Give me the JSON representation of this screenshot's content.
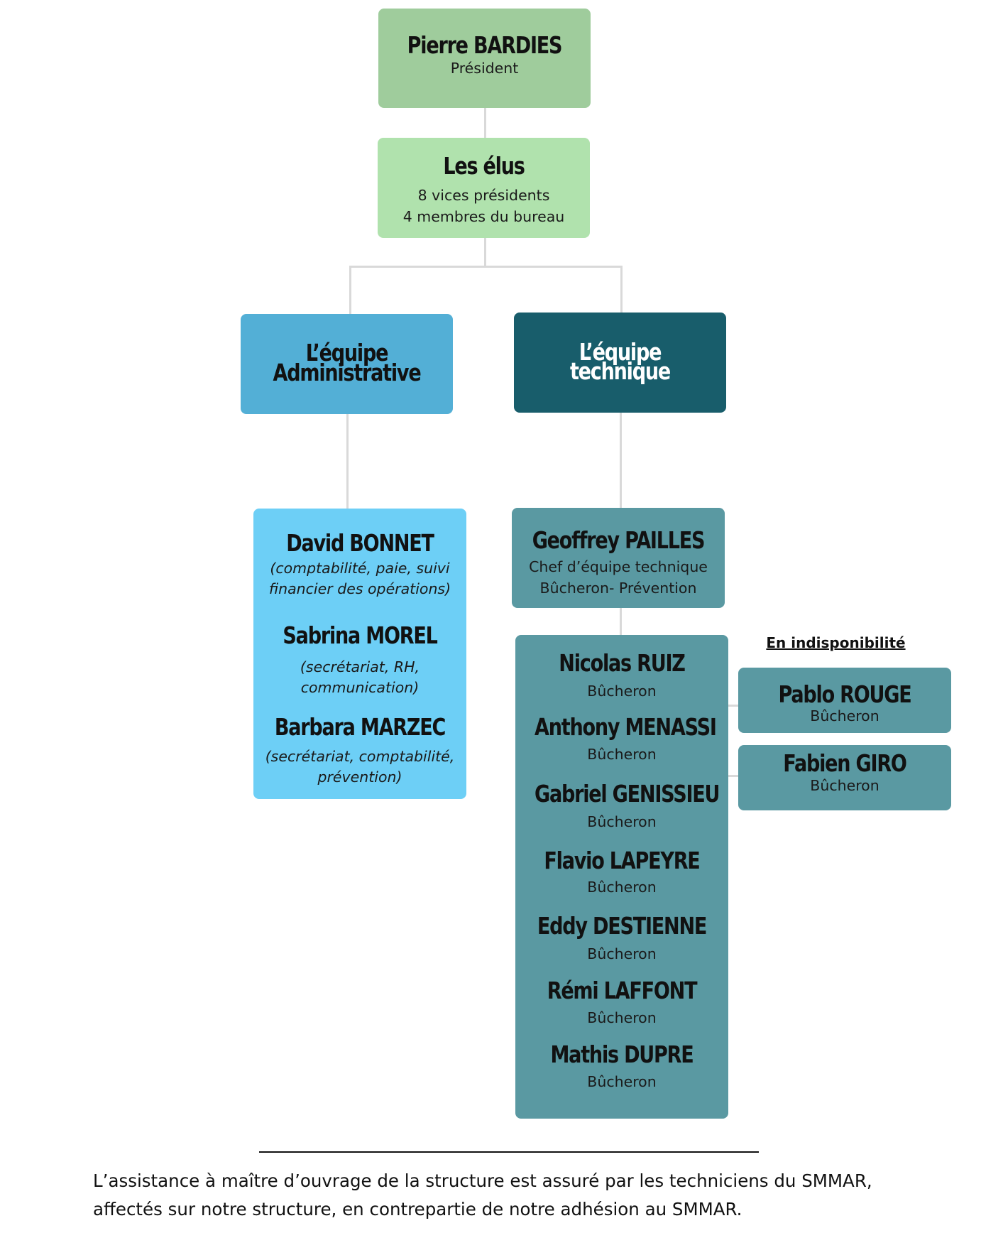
{
  "president": {
    "name": "Pierre BARDIES",
    "role": "Président"
  },
  "elus": {
    "title": "Les élus",
    "line1": "8 vices présidents",
    "line2": "4 membres du bureau"
  },
  "teams": {
    "admin": [
      "L’équipe",
      "Administrative"
    ],
    "tech": [
      "L’équipe",
      "technique"
    ]
  },
  "admin_members": [
    {
      "name": "David BONNET",
      "desc1": "(comptabilité, paie, suivi",
      "desc2": "financier des opérations)"
    },
    {
      "name": "Sabrina MOREL",
      "desc1": "(secrétariat, RH,",
      "desc2": "communication)"
    },
    {
      "name": "Barbara MARZEC",
      "desc1": "(secrétariat, comptabilité,",
      "desc2": "prévention)"
    }
  ],
  "chief": {
    "name": "Geoffrey PAILLES",
    "role1": "Chef d’équipe technique",
    "role2": "Bûcheron- Prévention"
  },
  "tech_members": [
    {
      "name": "Nicolas RUIZ",
      "role": "Bûcheron"
    },
    {
      "name": "Anthony MENASSI",
      "role": "Bûcheron"
    },
    {
      "name": "Gabriel GENISSIEU",
      "role": "Bûcheron"
    },
    {
      "name": "Flavio LAPEYRE",
      "role": "Bûcheron"
    },
    {
      "name": "Eddy DESTIENNE",
      "role": "Bûcheron"
    },
    {
      "name": "Rémi LAFFONT",
      "role": "Bûcheron"
    },
    {
      "name": "Mathis DUPRE",
      "role": "Bûcheron"
    }
  ],
  "unavailable": {
    "label": "En indisponibilité",
    "members": [
      {
        "name": "Pablo ROUGE",
        "role": "Bûcheron"
      },
      {
        "name": "Fabien GIRO",
        "role": "Bûcheron"
      }
    ]
  },
  "footer": {
    "line1": "L’assistance à maître d’ouvrage de la structure est assuré par les techniciens du SMMAR,",
    "line2": "affectés sur notre structure, en contrepartie de notre adhésion au SMMAR."
  },
  "colors": {
    "president_bg": "#9fcc9c",
    "elus_bg": "#b0e2ad",
    "admin_team_bg": "#53afd6",
    "tech_team_bg": "#185d6b",
    "admin_members_bg": "#6dcff6",
    "tech_bg": "#5a99a2",
    "connector": "#d9d9d9"
  }
}
